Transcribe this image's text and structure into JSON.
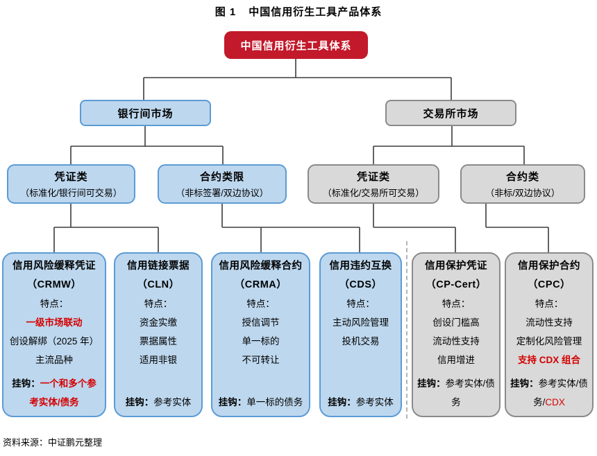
{
  "figure": {
    "label": "图 1",
    "title": "中国信用衍生工具产品体系"
  },
  "root_label": "中国信用衍生工具体系",
  "markets": [
    {
      "label": "银行间市场",
      "theme": "blue"
    },
    {
      "label": "交易所市场",
      "theme": "gray"
    }
  ],
  "categories": [
    {
      "name": "凭证类",
      "subtitle": "（标准化/银行间可交易）",
      "theme": "blue"
    },
    {
      "name": "合约类限",
      "subtitle": "（非标签署/双边协议）",
      "theme": "blue"
    },
    {
      "name": "凭证类",
      "subtitle": "（标准化/交易所可交易）",
      "theme": "gray"
    },
    {
      "name": "合约类",
      "subtitle": "（非标/双边协议）",
      "theme": "gray"
    }
  ],
  "products": [
    {
      "title": "信用风险缓释凭证",
      "code": "（CRMW）",
      "features_label": "特点：",
      "features": [
        {
          "text": "一级市场联动",
          "em": true
        },
        {
          "text": "创设解绑（2025 年）",
          "em": false
        },
        {
          "text": "主流品种",
          "em": false
        }
      ],
      "anchor_label": "挂钩：",
      "anchor_parts": [
        {
          "text": "一个和多个参考实体/债务",
          "em": true
        }
      ]
    },
    {
      "title": "信用链接票据",
      "code": "（CLN）",
      "features_label": "特点：",
      "features": [
        {
          "text": "资金实缴",
          "em": false
        },
        {
          "text": "票据属性",
          "em": false
        },
        {
          "text": "适用非银",
          "em": false
        }
      ],
      "anchor_label": "挂钩：",
      "anchor_parts": [
        {
          "text": "参考实体",
          "em": false
        }
      ]
    },
    {
      "title": "信用风险缓释合约",
      "code": "（CRMA）",
      "features_label": "特点：",
      "features": [
        {
          "text": "授信调节",
          "em": false
        },
        {
          "text": "单一标的",
          "em": false
        },
        {
          "text": "不可转让",
          "em": false
        }
      ],
      "anchor_label": "挂钩：",
      "anchor_parts": [
        {
          "text": "单一标的债务",
          "em": false
        }
      ]
    },
    {
      "title": "信用违约互换",
      "code": "（CDS）",
      "features_label": "特点：",
      "features": [
        {
          "text": "主动风险管理",
          "em": false
        },
        {
          "text": "投机交易",
          "em": false
        }
      ],
      "anchor_label": "挂钩：",
      "anchor_parts": [
        {
          "text": "参考实体",
          "em": false
        }
      ]
    },
    {
      "title": "信用保护凭证",
      "code": "（CP-Cert）",
      "features_label": "特点：",
      "features": [
        {
          "text": "创设门槛高",
          "em": false
        },
        {
          "text": "流动性支持",
          "em": false
        },
        {
          "text": "信用增进",
          "em": false
        }
      ],
      "anchor_label": "挂钩：",
      "anchor_parts": [
        {
          "text": "参考实体/债务",
          "em": false
        }
      ]
    },
    {
      "title": "信用保护合约",
      "code": "（CPC）",
      "features_label": "特点：",
      "features": [
        {
          "text": "流动性支持",
          "em": false
        },
        {
          "text": "定制化风险管理",
          "em": false
        },
        {
          "text": "支持 CDX 组合",
          "em": true
        }
      ],
      "anchor_label": "挂钩：",
      "anchor_parts": [
        {
          "text": "参考实体/债务/",
          "em": false
        },
        {
          "text": "CDX",
          "em": true
        }
      ]
    }
  ],
  "source": "资料来源：中证鹏元整理",
  "colors": {
    "root_fill": "#C2192B",
    "blue_fill": "#BDD7EE",
    "blue_border": "#5B9BD5",
    "gray_fill": "#D9D9D9",
    "gray_border": "#8A8A8A",
    "emphasis_red": "#D50000",
    "connector": "#3B3B3B",
    "dashed_divider": "#B3B3B3"
  }
}
